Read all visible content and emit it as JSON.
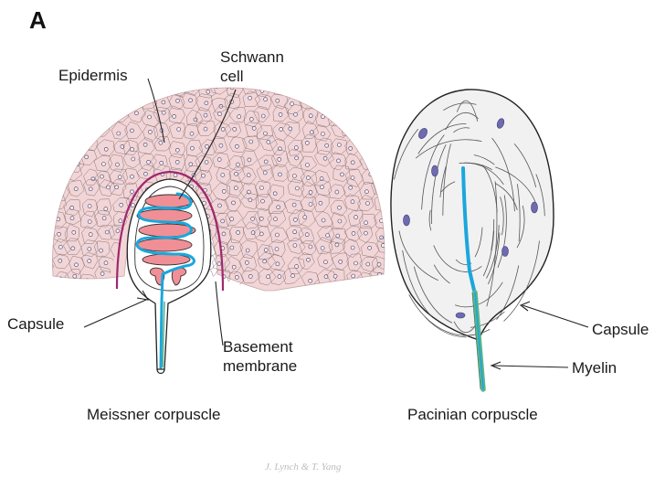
{
  "panel_letter": "A",
  "meissner": {
    "caption": "Meissner corpuscle",
    "labels": {
      "epidermis": "Epidermis",
      "schwann_line1": "Schwann",
      "schwann_line2": "cell",
      "capsule": "Capsule",
      "basement_line1": "Basement",
      "basement_line2": "membrane"
    }
  },
  "pacinian": {
    "caption": "Pacinian corpuscle",
    "labels": {
      "capsule": "Capsule",
      "myelin": "Myelin"
    }
  },
  "signature": "J. Lynch & T. Yang",
  "colors": {
    "epidermis_fill": "#f2d5d6",
    "lamella_fill": "#f08f96",
    "nerve_blue": "#1aa7dc",
    "myelin_green": "#5fb48c",
    "basement_membrane": "#a0286e",
    "pacinian_fill": "#f1f1f1",
    "nucleus_purple": "#6f6bb0"
  }
}
